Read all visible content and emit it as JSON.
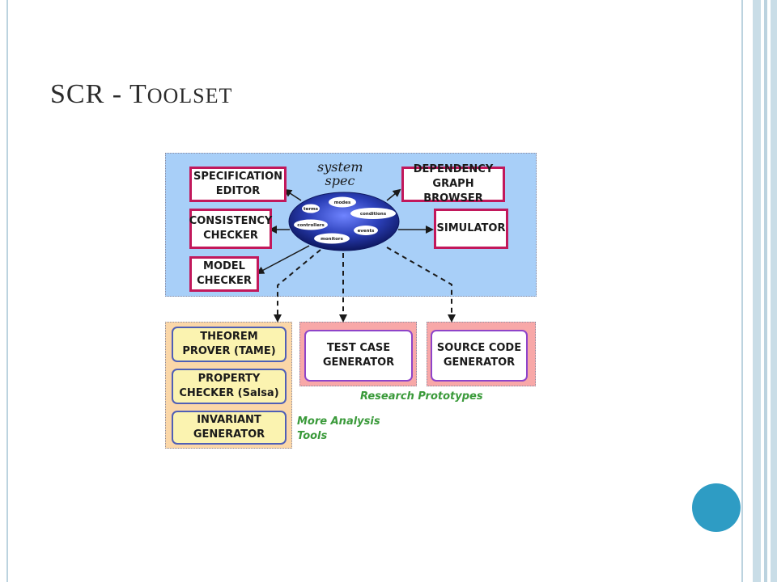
{
  "title": {
    "first": "SCR - T",
    "rest": "OOLSET"
  },
  "colors": {
    "frame": "#bcd3df",
    "accent_dot": "#2e9cc4",
    "system_region": "#a8cff8",
    "analysis_region": "#fbd7a8",
    "prototype_region": "#f8a8a8",
    "caption": "#3a9a3a",
    "arrow": "#1a1a1a"
  },
  "diagram": {
    "system_spec": {
      "label_line1": "system",
      "label_line2": "spec",
      "items": [
        "modes",
        "terms",
        "conditions",
        "events",
        "monitors",
        "controllers"
      ]
    },
    "tools": {
      "specification_editor": [
        "SPECIFICATION",
        "EDITOR"
      ],
      "dependency_graph_browser": [
        "DEPENDENCY",
        "GRAPH BROWSER"
      ],
      "consistency_checker": [
        "CONSISTENCY",
        "CHECKER"
      ],
      "simulator": [
        "SIMULATOR"
      ],
      "model_checker": [
        "MODEL",
        "CHECKER"
      ]
    },
    "analysis_tools": {
      "theorem_prover": [
        "THEOREM",
        "PROVER (TAME)"
      ],
      "property_checker": [
        "PROPERTY",
        "CHECKER (Salsa)"
      ],
      "invariant_generator": [
        "INVARIANT",
        "GENERATOR"
      ],
      "caption_line1": "More Analysis",
      "caption_line2": "Tools"
    },
    "research_prototypes": {
      "test_case_generator": [
        "TEST CASE",
        "GENERATOR"
      ],
      "source_code_generator": [
        "SOURCE CODE",
        "GENERATOR"
      ],
      "caption": "Research Prototypes"
    }
  }
}
